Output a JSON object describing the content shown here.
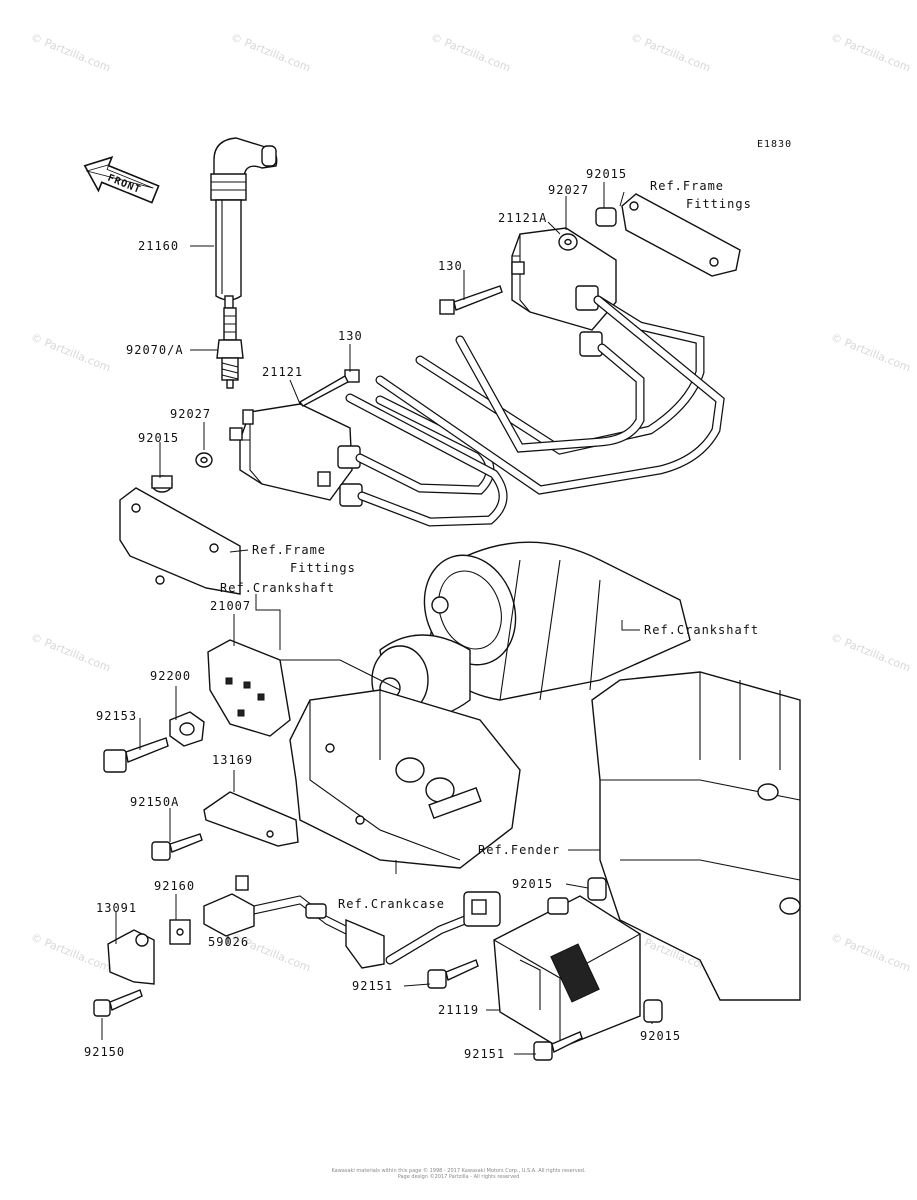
{
  "diagram_code": "E1830",
  "front_label": "FRONT",
  "watermark_text": "© Partzilla.com",
  "copyright_lines": [
    "Kawasaki materials within this page © 1998 - 2017 Kawasaki Motors Corp., U.S.A. All rights reserved.",
    "Page design ©2017 Partzilla - All rights reserved"
  ],
  "callouts": {
    "p21160": "21160",
    "p92070a": "92070/A",
    "p21121": "21121",
    "p130_a": "130",
    "p130_b": "130",
    "p92027_a": "92027",
    "p92015_a": "92015",
    "p92027_b": "92027",
    "p92015_b": "92015",
    "p21121a": "21121A",
    "ref_frame_a_1": "Ref.Frame",
    "ref_frame_a_2": "Fittings",
    "ref_frame_b_1": "Ref.Frame",
    "ref_frame_b_2": "Fittings",
    "ref_crankshaft_a": "Ref.Crankshaft",
    "ref_crankshaft_b": "Ref.Crankshaft",
    "p21007": "21007",
    "p92200": "92200",
    "p92153": "92153",
    "p13169": "13169",
    "p92150a": "92150A",
    "ref_fender": "Ref.Fender",
    "ref_crankcase": "Ref.Crankcase",
    "p92015_c": "92015",
    "p92160": "92160",
    "p13091": "13091",
    "p59026": "59026",
    "p92151_a": "92151",
    "p21119": "21119",
    "p92015_d": "92015",
    "p92150": "92150",
    "p92151_b": "92151"
  }
}
